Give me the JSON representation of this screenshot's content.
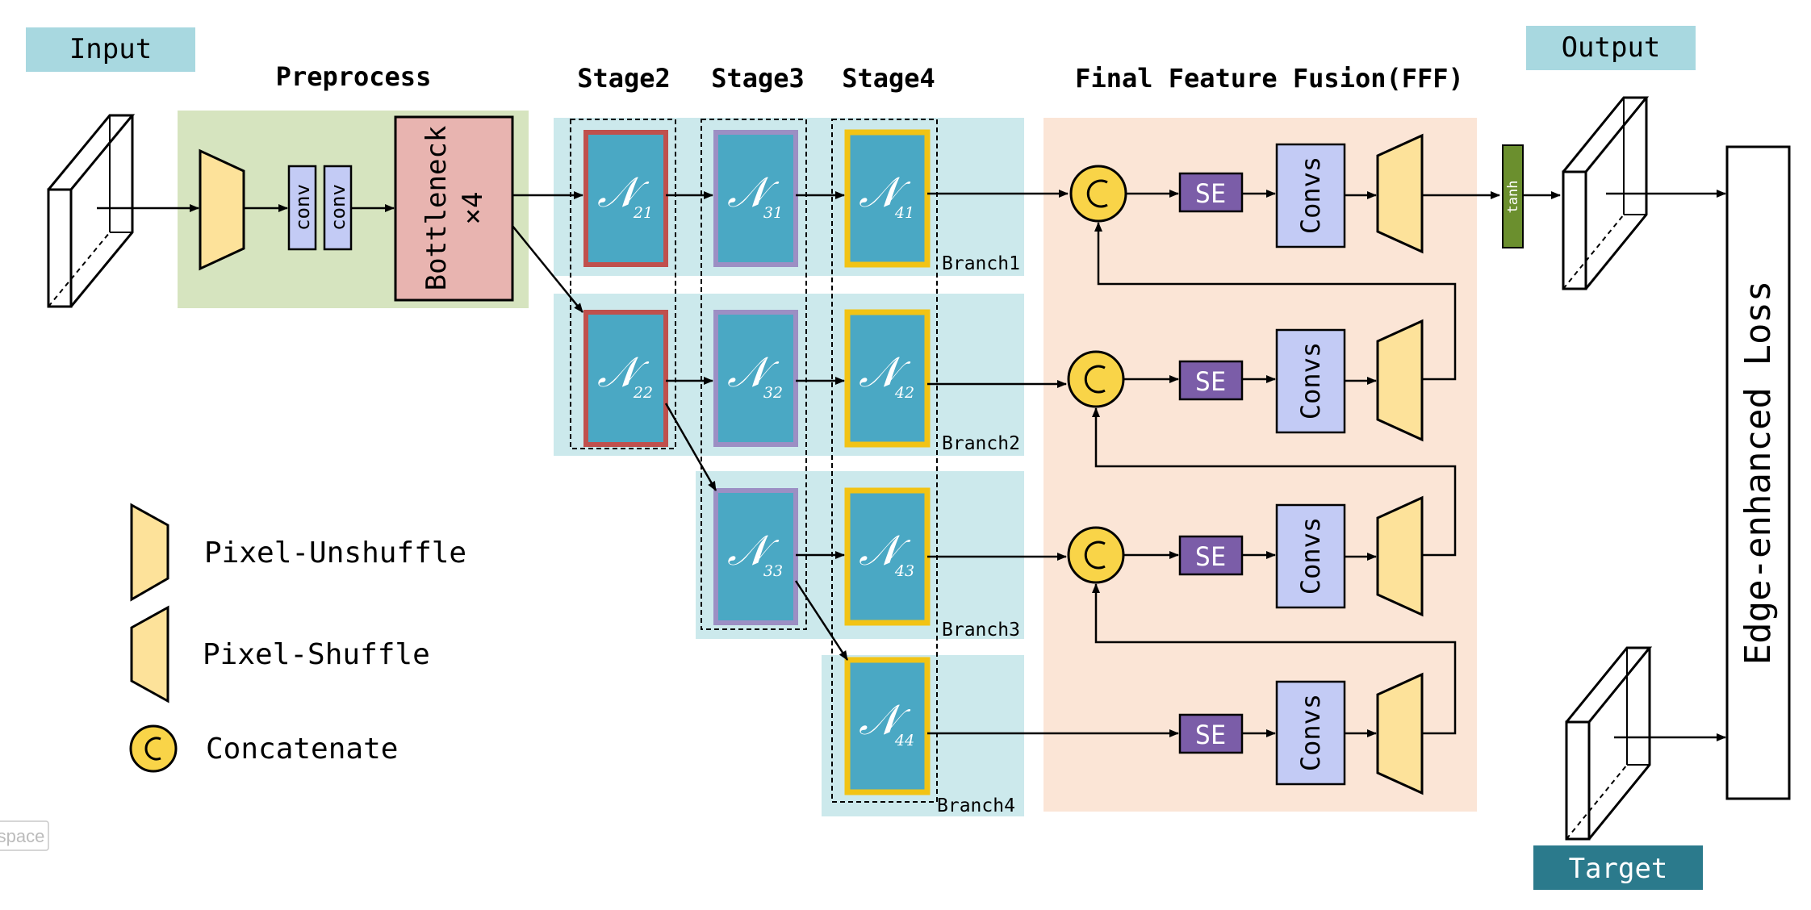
{
  "labels": {
    "input": "Input",
    "output": "Output",
    "target": "Target",
    "preprocess": "Preprocess",
    "stage2": "Stage2",
    "stage3": "Stage3",
    "stage4": "Stage4",
    "fff": "Final Feature Fusion(FFF)",
    "conv": "conv",
    "bottleneck": "Bottleneck",
    "bottleneck_times": "×4",
    "se": "SE",
    "convs": "Convs",
    "tanh": "tanh",
    "loss": "Edge-enhanced Loss",
    "branch1": "Branch1",
    "branch2": "Branch2",
    "branch3": "Branch3",
    "branch4": "Branch4",
    "space_badge": "space"
  },
  "nodes": {
    "n21": {
      "symbol": "𝒩",
      "sub": "21"
    },
    "n22": {
      "symbol": "𝒩",
      "sub": "22"
    },
    "n31": {
      "symbol": "𝒩",
      "sub": "31"
    },
    "n32": {
      "symbol": "𝒩",
      "sub": "32"
    },
    "n33": {
      "symbol": "𝒩",
      "sub": "33"
    },
    "n41": {
      "symbol": "𝒩",
      "sub": "41"
    },
    "n42": {
      "symbol": "𝒩",
      "sub": "42"
    },
    "n43": {
      "symbol": "𝒩",
      "sub": "43"
    },
    "n44": {
      "symbol": "𝒩",
      "sub": "44"
    }
  },
  "legend": {
    "unshuffle": "Pixel-Unshuffle",
    "shuffle": "Pixel-Shuffle",
    "concat": "Concatenate"
  },
  "colors": {
    "header_bg": "#a8d8e0",
    "target_bg": "#2b7a8c",
    "preprocess_bg": "#d6e4bf",
    "bottleneck_bg": "#e8b4b0",
    "branch_bg": "#cce9ec",
    "fff_bg": "#fbe5d6",
    "node_fill": "#4aa8c4",
    "stage2_border": "#c0504d",
    "stage3_border": "#9c8fc4",
    "stage4_border": "#f2c314",
    "shuffle_fill": "#fde29a",
    "concat_fill": "#f9d448",
    "se_fill": "#7b5da8",
    "convs_fill": "#c3cbf5",
    "tanh_fill": "#6b8f2e"
  }
}
